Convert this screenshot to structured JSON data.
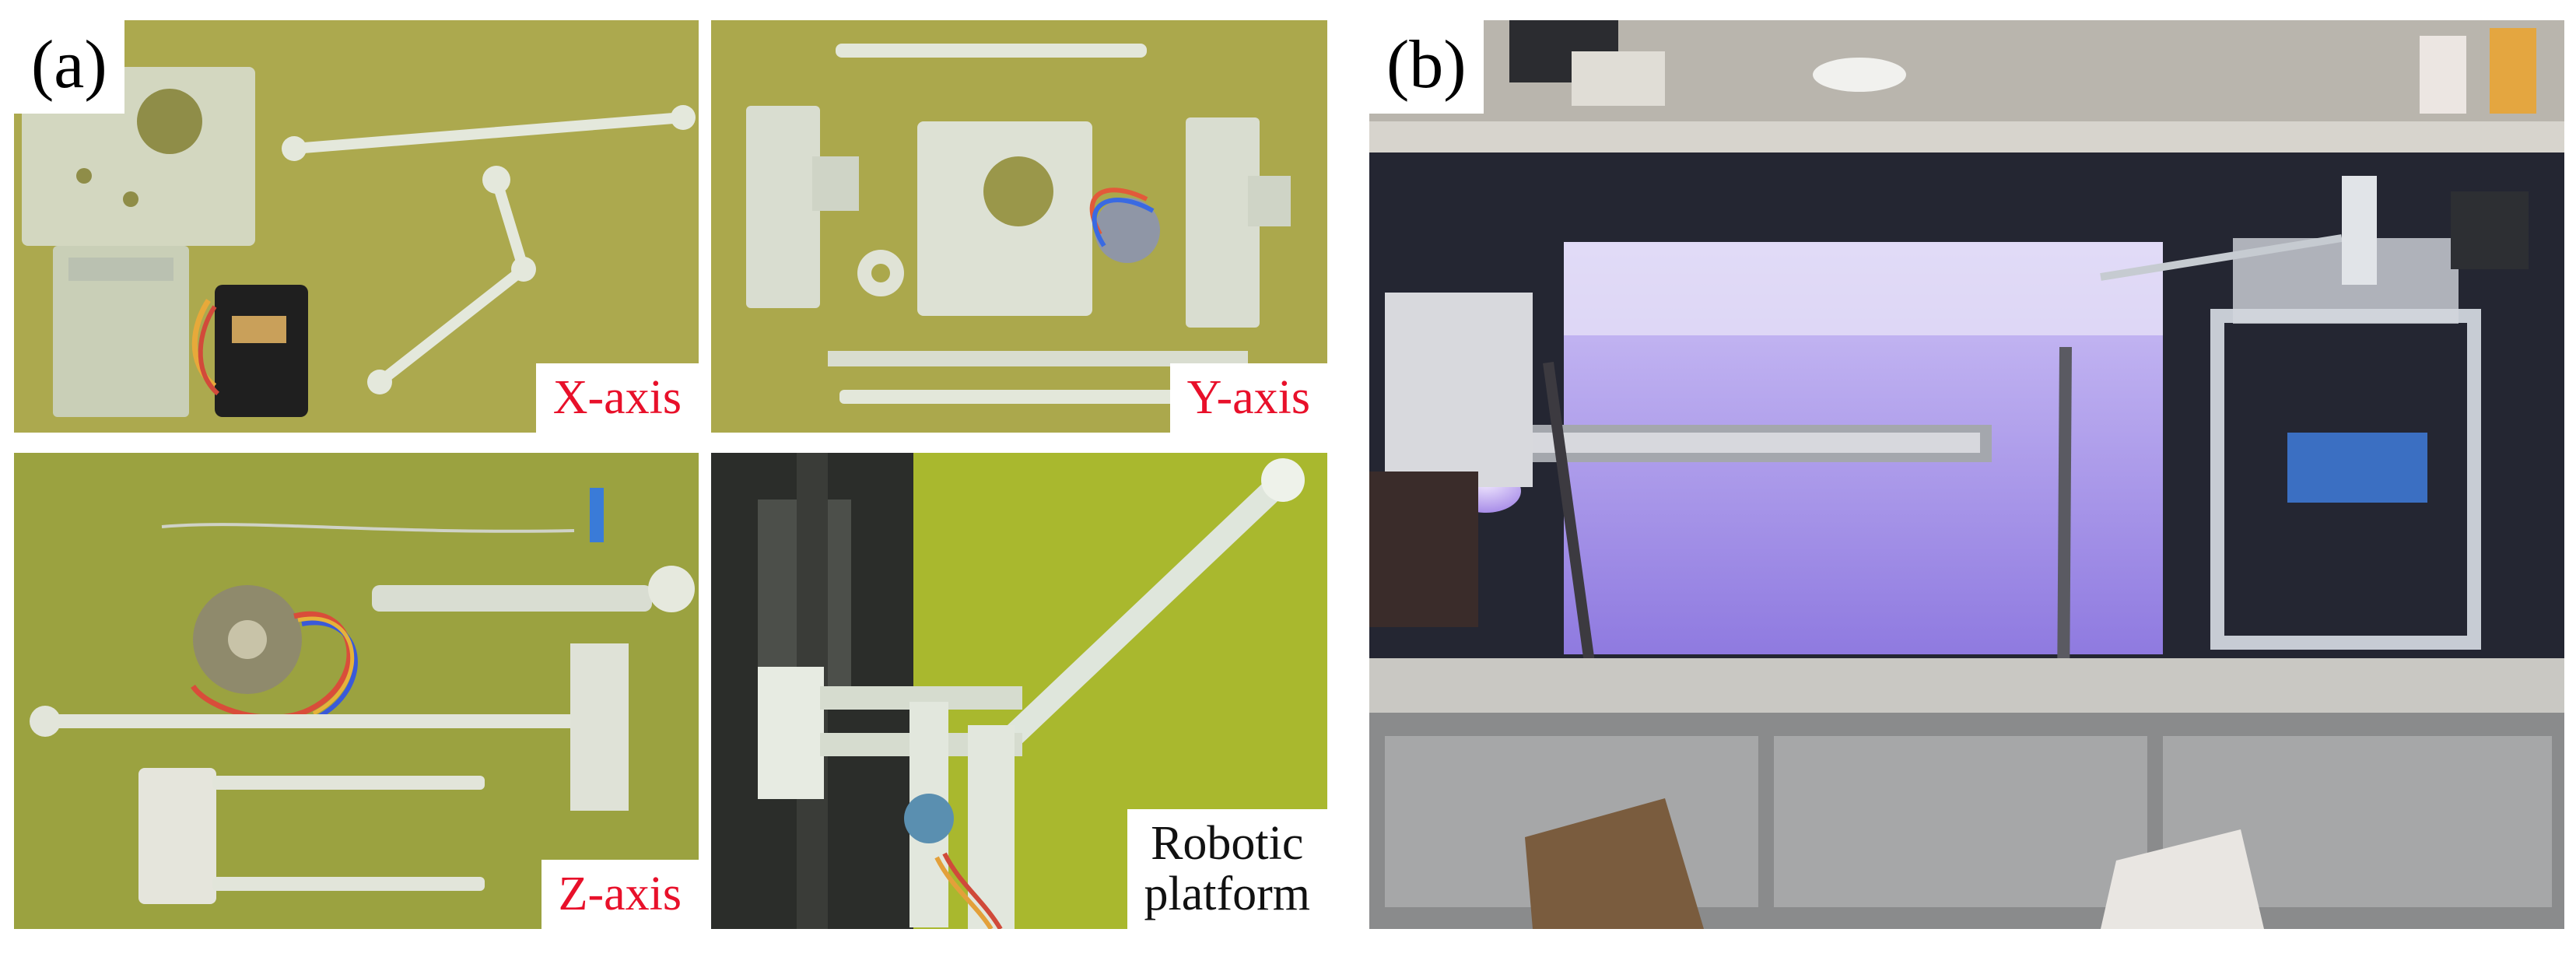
{
  "figure": {
    "panel_a_tag": "(a)",
    "panel_b_tag": "(b)",
    "x_axis_caption": "X-axis",
    "y_axis_caption": "Y-axis",
    "z_axis_caption": "Z-axis",
    "robot_caption_line1": "Robotic",
    "robot_caption_line2": "platform"
  },
  "colors": {
    "caption_red": "#e8102a",
    "board_green": "#a9a74a",
    "purple_glow": "#b59bf0"
  }
}
